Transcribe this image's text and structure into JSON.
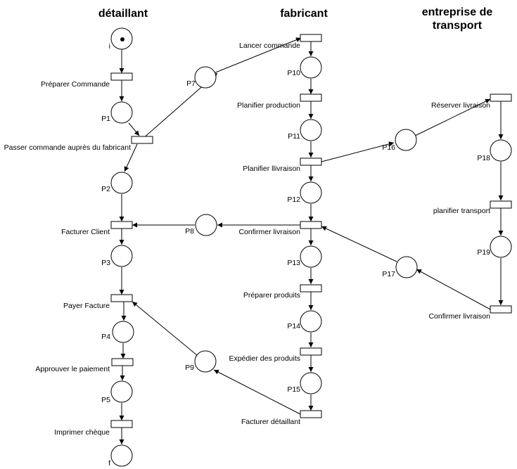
{
  "headers": {
    "retailer": "détaillant",
    "manufacturer": "fabricant",
    "transport_line1": "entreprise de",
    "transport_line2": "transport"
  },
  "places": {
    "i": "i",
    "p1": "P1",
    "p2": "P2",
    "p3": "P3",
    "p4": "P4",
    "p5": "P5",
    "f": "f",
    "p7": "P7",
    "p8": "P8",
    "p9": "P9",
    "p10": "P10",
    "p11": "P11",
    "p12": "P12",
    "p13": "P13",
    "p14": "P14",
    "p15": "P15",
    "p16": "P16",
    "p17": "P17",
    "p18": "P18",
    "p19": "P19"
  },
  "transitions": {
    "preparer_commande": "Préparer Commande",
    "passer_commande": "Passer commande auprès du fabricant",
    "facturer_client": "Facturer Client",
    "payer_facture": "Payer Facture",
    "approuver_paiement": "Approuver le paiement",
    "imprimer_cheque": "Imprimer chèque",
    "lancer_commande": "Lancer commande",
    "planifier_production": "Planifier production",
    "planifier_livraison": "Planifier llivraison",
    "confirmer_livraison_fab": "Confirmer livraison",
    "preparer_produits": "Préparer produits",
    "expedier_produits": "Expédier des produits",
    "facturer_detaillant": "Facturer détaillant",
    "reserver_livraison": "Réserver livraison",
    "planifier_transport": "planifier transport",
    "confirmer_livraison_tr": "Confirmer livraison"
  }
}
